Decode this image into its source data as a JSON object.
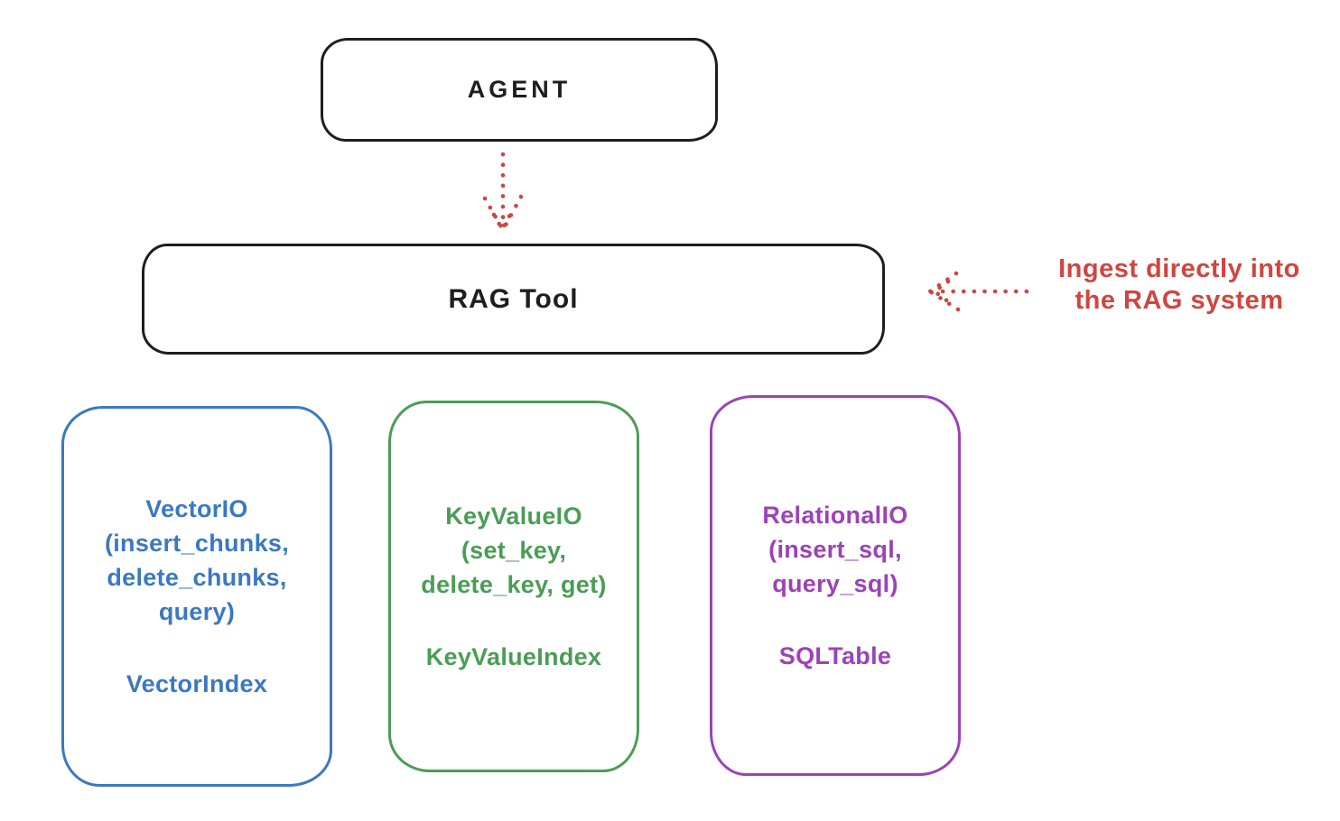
{
  "agent_box": {
    "label": "AGENT"
  },
  "rag_tool_box": {
    "label": "RAG Tool"
  },
  "annotation": {
    "line1": "Ingest directly into",
    "line2": "the RAG system"
  },
  "backends": [
    {
      "name": "VectorIO",
      "lines": [
        "VectorIO",
        "(insert_chunks,",
        "delete_chunks,",
        "query)"
      ],
      "index_class": "VectorIndex",
      "color": "#3b78c2"
    },
    {
      "name": "KeyValueIO",
      "lines": [
        "KeyValueIO",
        "(set_key,",
        "delete_key, get)"
      ],
      "index_class": "KeyValueIndex",
      "color": "#4a9d55"
    },
    {
      "name": "RelationalIO",
      "lines": [
        "RelationalIO",
        "(insert_sql,",
        "query_sql)"
      ],
      "index_class": "SQLTable",
      "color": "#9c42b8"
    }
  ],
  "colors": {
    "outline": "#1e1e1e",
    "annotation_red": "#d04540",
    "background": "#ffffff"
  }
}
